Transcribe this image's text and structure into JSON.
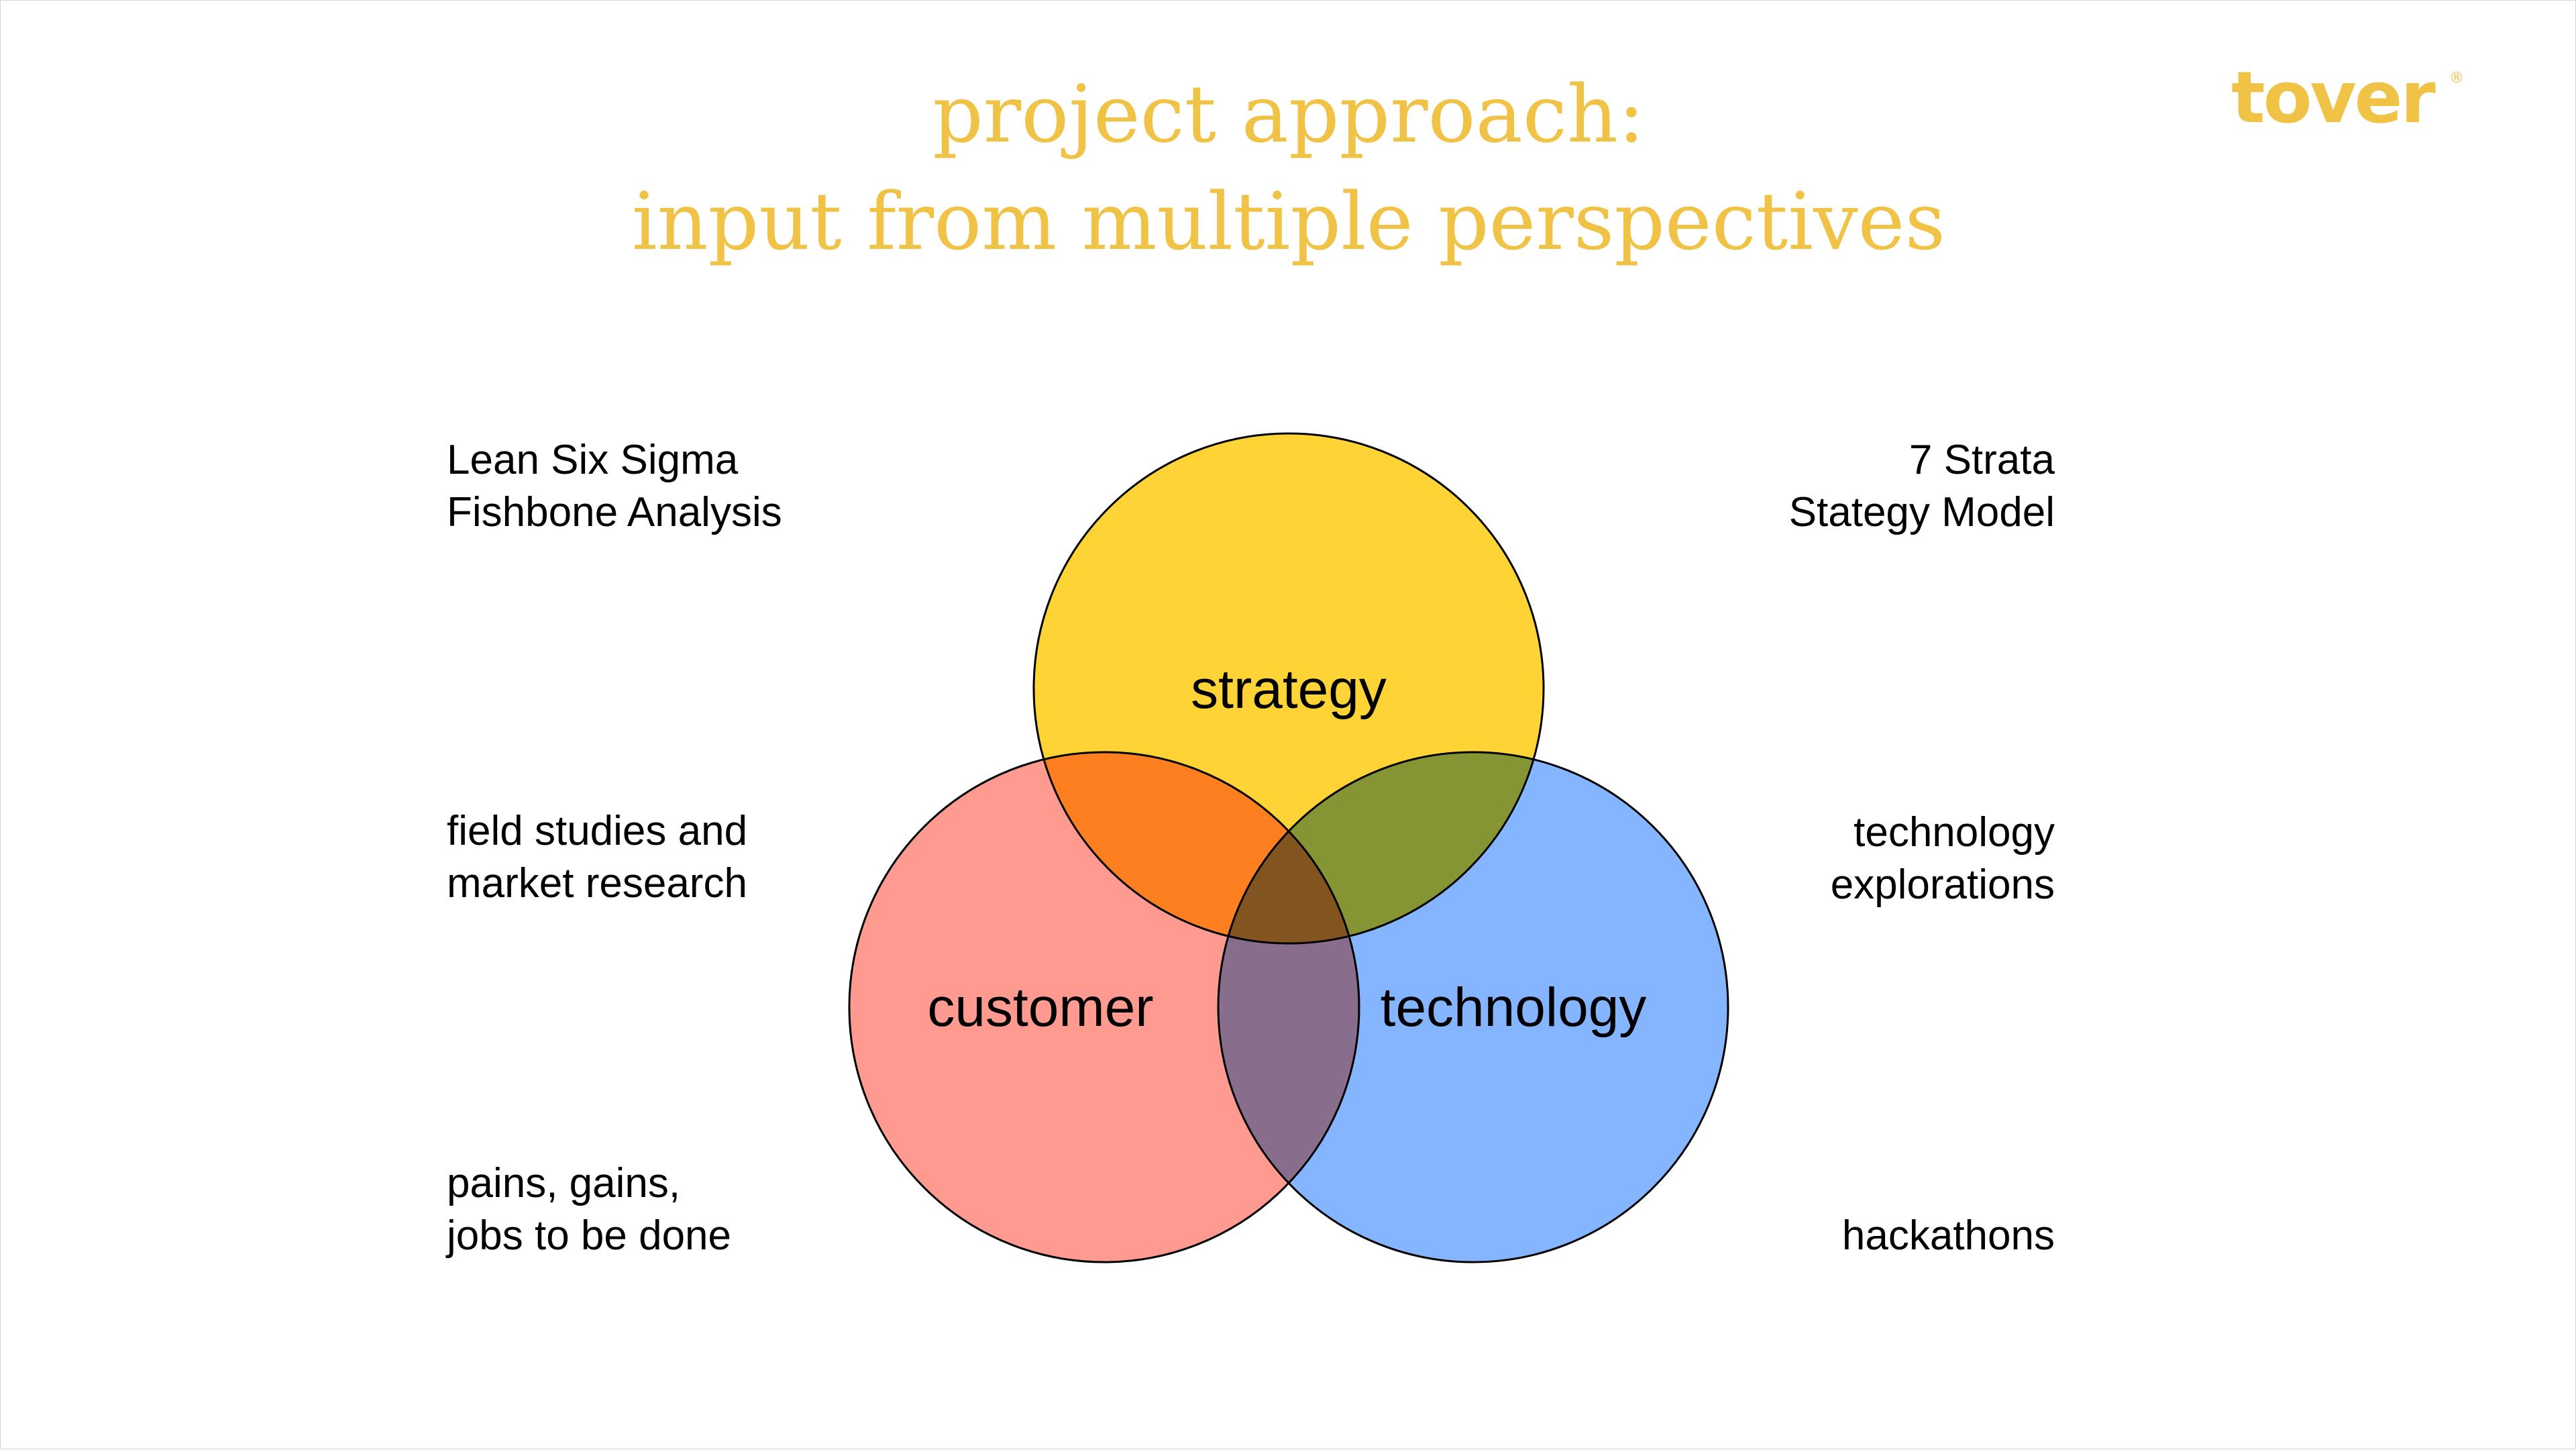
{
  "title": {
    "line1": "project approach:",
    "line2": "input from multiple perspectives"
  },
  "logo": {
    "text": "tover",
    "mark": "®"
  },
  "venn": {
    "sets": [
      "strategy",
      "customer",
      "technology"
    ],
    "colors": {
      "strategy": "#FDD335",
      "customer": "#FE9A90",
      "technology": "#85B5FE",
      "strategy_customer": "#FE7F1F",
      "strategy_technology": "#859534",
      "customer_technology": "#886D8C",
      "all": "#825420",
      "outline": "#000000"
    }
  },
  "annotations": {
    "left": [
      "Lean Six Sigma\nFishbone Analysis",
      "field studies and\nmarket research",
      "pains, gains,\njobs to be done"
    ],
    "right": [
      "7 Strata\nStategy Model",
      "technology\nexplorations",
      "hackathons"
    ]
  },
  "colors": {
    "accent": "#F0C246",
    "text": "#000000",
    "background": "#FFFFFF"
  }
}
